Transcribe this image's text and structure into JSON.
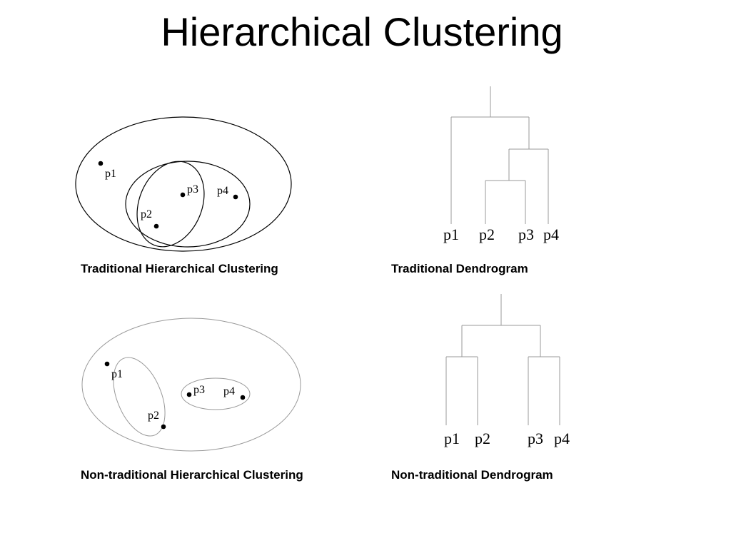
{
  "title": "Hierarchical Clustering",
  "panels": {
    "traditional_clustering": {
      "caption": "Traditional Hierarchical Clustering",
      "points": [
        "p1",
        "p2",
        "p3",
        "p4"
      ]
    },
    "traditional_dendrogram": {
      "caption": "Traditional Dendrogram",
      "leaves": [
        "p1",
        "p2",
        "p3",
        "p4"
      ]
    },
    "nontraditional_clustering": {
      "caption": "Non-traditional Hierarchical Clustering",
      "points": [
        "p1",
        "p2",
        "p3",
        "p4"
      ]
    },
    "nontraditional_dendrogram": {
      "caption": "Non-traditional Dendrogram",
      "leaves": [
        "p1",
        "p2",
        "p3",
        "p4"
      ]
    }
  }
}
